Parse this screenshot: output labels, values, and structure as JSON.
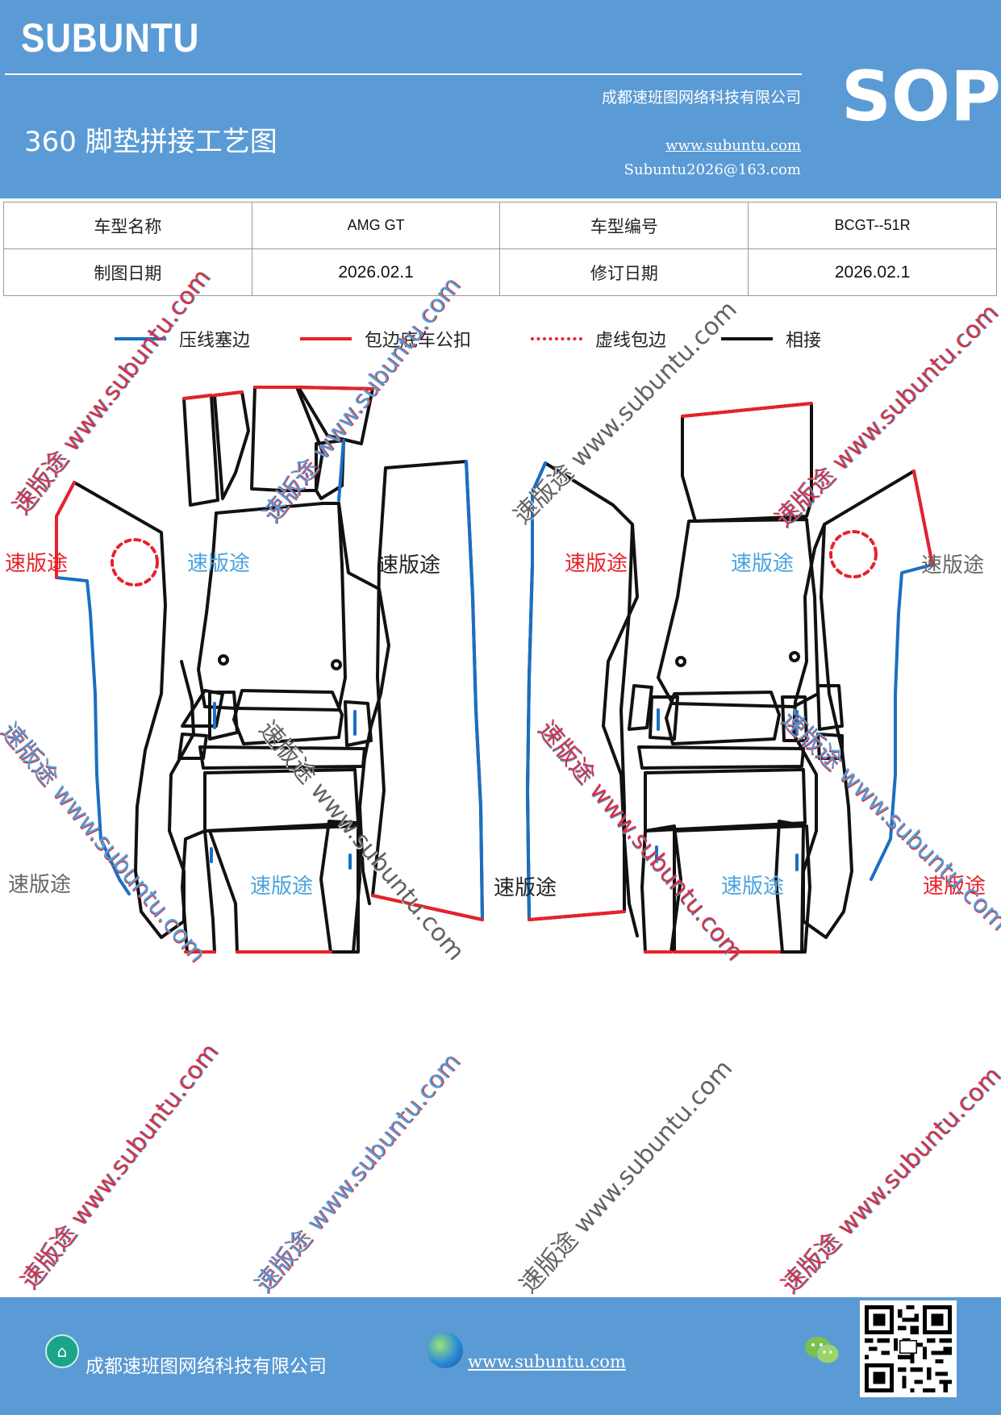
{
  "header": {
    "brand": "SUBUNTU",
    "sop": "SOP",
    "company": "成都速班图网络科技有限公司",
    "title": "360 脚垫拼接工艺图",
    "website": "www.subuntu.com",
    "email": "Subuntu2026@163.com"
  },
  "info": {
    "model_name_label": "车型名称",
    "model_name_value": "AMG GT",
    "model_code_label": "车型编号",
    "model_code_value": "BCGT--51R",
    "draw_date_label": "制图日期",
    "draw_date_value": "2026.02.1",
    "revise_date_label": "修订日期",
    "revise_date_value": "2026.02.1"
  },
  "legend": {
    "items": [
      {
        "label": "压线塞边",
        "color": "#1a6fc4"
      },
      {
        "label": "包边底车公扣",
        "color": "#e8212b"
      },
      {
        "label": "虚线包边",
        "color": "#e8212b"
      },
      {
        "label": "相接",
        "color": "#111111"
      }
    ]
  },
  "watermarks": {
    "brand_cn": "速版途",
    "site_line": "速版途 www.subuntu.com",
    "colors": {
      "red": "#e8212b",
      "blue": "#4aa3df",
      "gray": "#666666",
      "black": "#222222"
    }
  },
  "footer": {
    "company": "成都速班图网络科技有限公司",
    "website": "www.subuntu.com",
    "home_icon": "home-icon",
    "globe_icon": "globe-icon",
    "wechat_icon": "wechat-icon",
    "qr_icon": "qr-code-icon"
  }
}
